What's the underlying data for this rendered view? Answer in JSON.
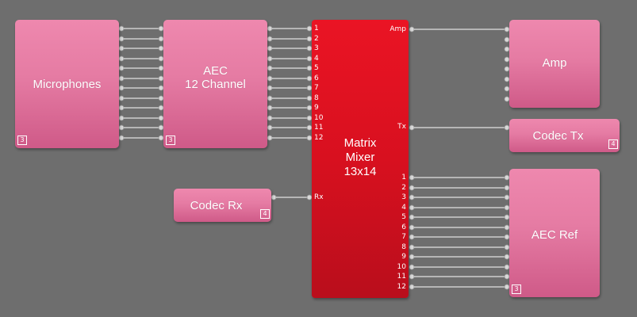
{
  "blocks": {
    "microphones": {
      "label": "Microphones",
      "badge": "3"
    },
    "aec": {
      "label": "AEC\n12 Channel",
      "badge": "3"
    },
    "codec_rx": {
      "label": "Codec Rx",
      "badge": "4"
    },
    "mixer": {
      "label": "Matrix\nMixer\n13x14",
      "inputs": [
        "1",
        "2",
        "3",
        "4",
        "5",
        "6",
        "7",
        "8",
        "9",
        "10",
        "11",
        "12"
      ],
      "rx_label": "Rx",
      "amp_label": "Amp",
      "tx_label": "Tx",
      "outputs": [
        "1",
        "2",
        "3",
        "4",
        "5",
        "6",
        "7",
        "8",
        "9",
        "10",
        "11",
        "12"
      ]
    },
    "amp": {
      "label": "Amp"
    },
    "codec_tx": {
      "label": "Codec Tx",
      "badge": "4"
    },
    "aec_ref": {
      "label": "AEC Ref",
      "badge": "3"
    }
  },
  "colors": {
    "background": "#6e6e6e",
    "block": "#e57ba3",
    "mixer": "#d8101f",
    "wire": "#ffffff"
  }
}
